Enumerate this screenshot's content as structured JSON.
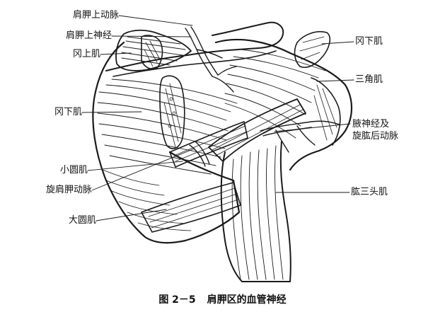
{
  "figure": {
    "caption_number": "图 2－5",
    "caption_title": "肩胛区的血管神经"
  },
  "labels": {
    "suprascapular_artery": "肩胛上动脉",
    "suprascapular_nerve": "肩胛上神经",
    "supraspinatus_left": "冈上肌",
    "infraspinatus_left": "冈下肌",
    "teres_minor": "小圆肌",
    "circumflex_scapular_artery": "旋肩胛动脉",
    "teres_major": "大圆肌",
    "infraspinatus_right": "冈下肌",
    "deltoid": "三角肌",
    "axillary_nerve_line1": "腋神经及",
    "axillary_nerve_line2": "旋肱后动脉",
    "triceps": "肱三头肌"
  }
}
